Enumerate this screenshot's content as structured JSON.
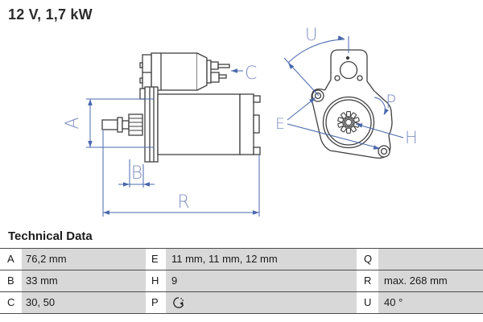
{
  "title": "12 V, 1,7 kW",
  "drawing": {
    "side_view": {
      "labels": {
        "a": "A",
        "b": "B",
        "c": "C",
        "r": "R"
      }
    },
    "front_view": {
      "labels": {
        "u": "U",
        "p": "P",
        "e": "E",
        "h": "H"
      }
    },
    "colors": {
      "outline": "#3f3f3f",
      "dimension_line": "#4a68ad",
      "dimension_label": "#8290c4"
    }
  },
  "technical_data": {
    "heading": "Technical Data",
    "rows": [
      {
        "k1": "A",
        "v1": "76,2 mm",
        "k2": "E",
        "v2": "11 mm, 11 mm, 12 mm",
        "k3": "Q",
        "v3": ""
      },
      {
        "k1": "B",
        "v1": "33 mm",
        "k2": "H",
        "v2": "9",
        "k3": "R",
        "v3": "max. 268 mm"
      },
      {
        "k1": "C",
        "v1": "30, 50",
        "k2": "P",
        "v2": "",
        "k3": "U",
        "v3": "40 °"
      }
    ],
    "p_value_icon": "rotation-direction-clockwise"
  }
}
